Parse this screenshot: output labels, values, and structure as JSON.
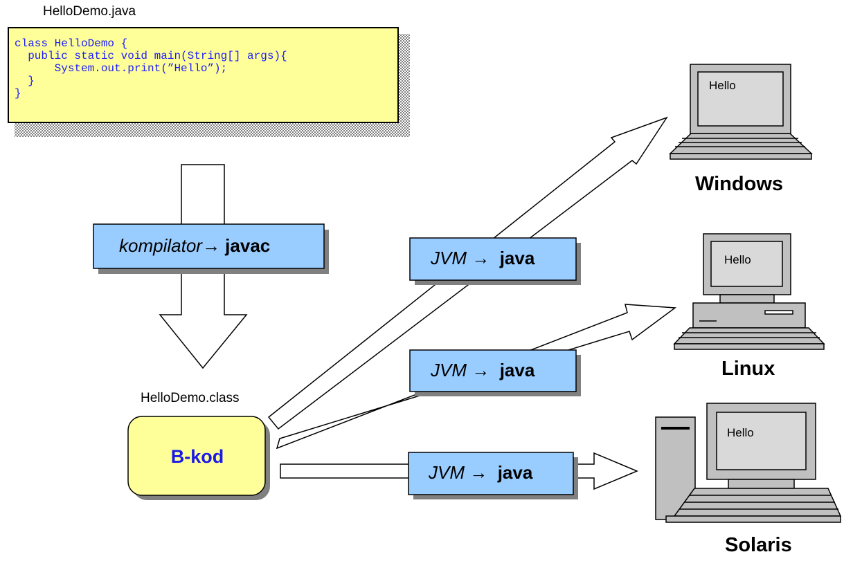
{
  "source_file": {
    "label": "HelloDemo.java",
    "code_lines": [
      "class HelloDemo {",
      "  public static void main(String[] args){",
      "      System.out.print(”Hello”);",
      "  }",
      "}"
    ]
  },
  "compiler": {
    "italic": "kompilator",
    "arrow": "→",
    "bold": "javac"
  },
  "bytecode": {
    "file_label": "HelloDemo.class",
    "label": "B-kod"
  },
  "jvm": {
    "italic": "JVM",
    "arrow": "→",
    "bold": "java"
  },
  "targets": [
    {
      "os": "Windows",
      "screen_text": "Hello",
      "icon": "laptop-icon"
    },
    {
      "os": "Linux",
      "screen_text": "Hello",
      "icon": "desktop-computer-icon"
    },
    {
      "os": "Solaris",
      "screen_text": "Hello",
      "icon": "tower-workstation-icon"
    }
  ],
  "colors": {
    "code_bg": "#ffff99",
    "box_blue": "#99ccff",
    "bkod_fill": "#ffff99",
    "bkod_text": "#1a1ae6",
    "computer_gray": "#c0c0c0"
  }
}
